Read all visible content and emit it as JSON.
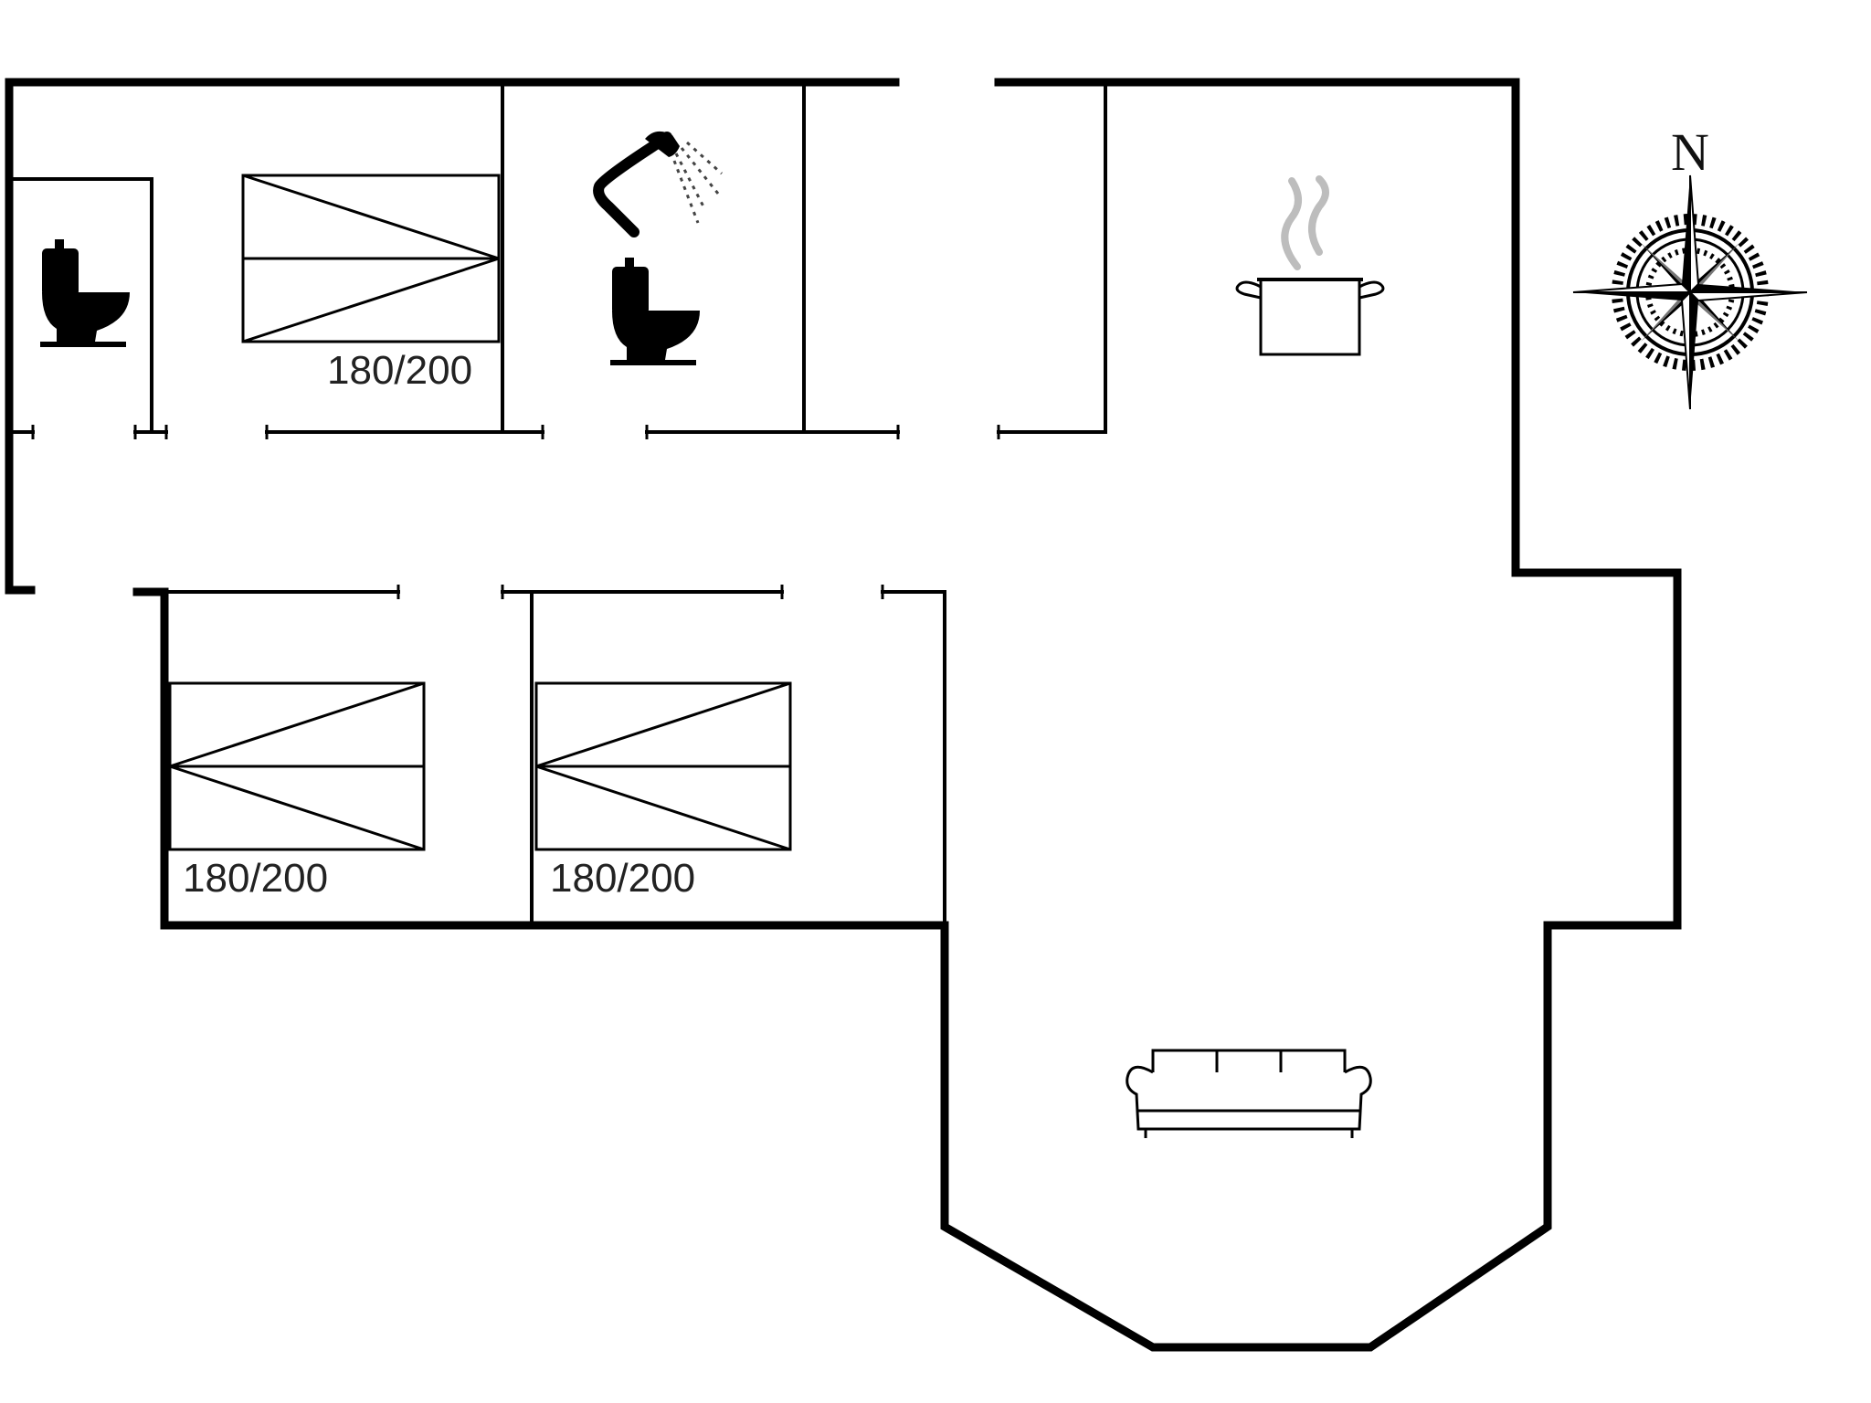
{
  "beds": [
    {
      "label": "180/200"
    },
    {
      "label": "180/200"
    },
    {
      "label": "180/200"
    }
  ],
  "compass": {
    "north_label": "N"
  },
  "icons": [
    "toilet-icon",
    "toilet-icon",
    "shower-icon",
    "cooking-pot-icon",
    "sofa-icon",
    "compass-rose-icon"
  ],
  "colors": {
    "wall": "#000000",
    "background": "#ffffff",
    "steam": "#bdbdbd"
  }
}
